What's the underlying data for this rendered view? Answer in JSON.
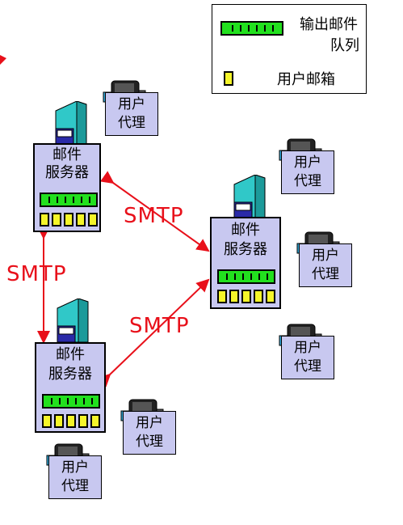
{
  "legend": {
    "outgoing_queue_line1": "输出邮件",
    "outgoing_queue_line2": "队列",
    "user_mailbox": "用户邮箱"
  },
  "servers": [
    {
      "line1": "邮件",
      "line2": "服务器"
    },
    {
      "line1": "邮件",
      "line2": "服务器"
    },
    {
      "line1": "邮件",
      "line2": "服务器"
    }
  ],
  "user_agent": {
    "line1": "用户",
    "line2": "代理"
  },
  "protocol_label": "SMTP",
  "colors": {
    "server_fill": "#c8c8f0",
    "queue_green": "#22e01e",
    "mailbox_yellow": "#f5f52a",
    "arrow_red": "#e8101a",
    "tower_cyan": "#30c8c8"
  },
  "icons": [
    "server-tower-icon",
    "user-agent-pc-icon",
    "outgoing-queue-icon",
    "mailbox-icon"
  ]
}
